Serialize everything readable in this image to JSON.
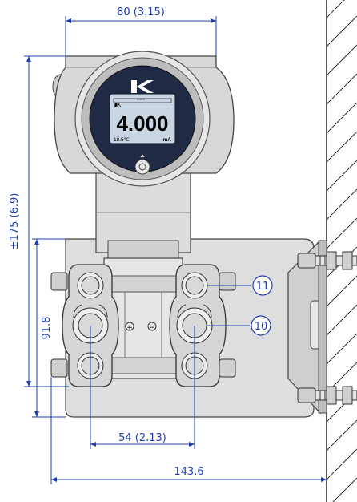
{
  "dimensions": {
    "top_width": "80  (3.15)",
    "height": "±175  (6.9)",
    "flange_height": "91.8",
    "bolt_spacing": "54  (2.13)",
    "total_depth": "143.6"
  },
  "callouts": {
    "item_11": "11",
    "item_10": "10"
  },
  "display": {
    "value": "4.000",
    "bar_percent": "0.0%",
    "temperature": "18.5℃",
    "unit": "mA"
  },
  "symbols": {
    "plus": "+",
    "minus": "−"
  },
  "colors": {
    "dimension": "#1f3fb0",
    "housing": "#d9d9d9",
    "display_bg": "#1f2a44",
    "lcd": "#c8d6e4",
    "callout": "#1f3fb0"
  }
}
